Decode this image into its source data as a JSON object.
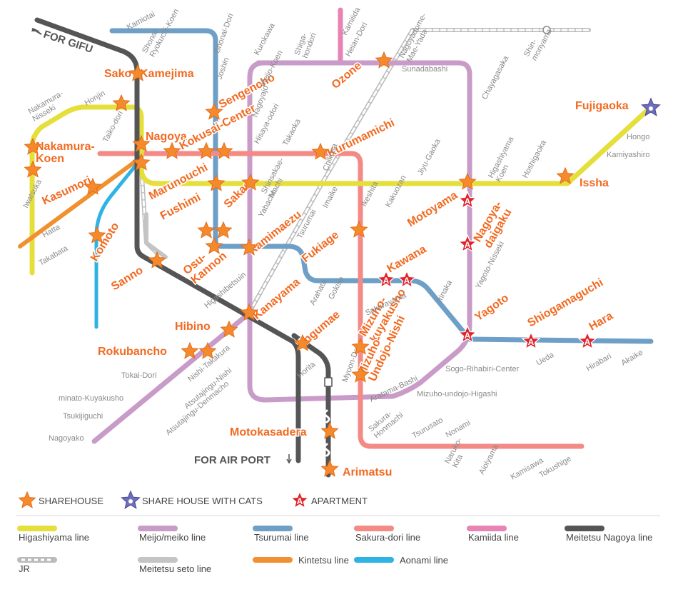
{
  "colors": {
    "higashiyama": "#e5df3c",
    "meijo": "#c99bc8",
    "tsurumai": "#6e9fc7",
    "sakura": "#f48a85",
    "kamiida": "#e883b6",
    "meitetsu": "#555555",
    "jr": "#bbbbbb",
    "seto": "#c4c4c4",
    "kintetsu": "#f0902e",
    "aonami": "#2fb3e2",
    "sharehouse": "#f58a2c",
    "cats": "#6e6fb8",
    "apartment": "#e0222a"
  },
  "directions": {
    "gifu": "FOR GIFU",
    "airport": "FOR AIR PORT"
  },
  "highlighted": [
    "Sako",
    "Kamejima",
    "Nakamura-\nKoen",
    "Kasumori",
    "Nagoya",
    "Kokusai-Center",
    "Sengencho",
    "Marunouchi",
    "Fushimi",
    "Sakae",
    "Kurumamichi",
    "Ozone",
    "Komoto",
    "Sanno",
    "Osu-\nKannon",
    "Kamimaezu",
    "Fukiage",
    "Kanayama",
    "Hibino",
    "Rokubancho",
    "Jingumae",
    "Mizuho-\nkuyakusho",
    "Mizuho-\nUndojo-Nishi",
    "Motokasadera",
    "Arimatsu",
    "Kawana",
    "Motoyama",
    "Nagoya-\ndaigaku",
    "Yagoto",
    "Shiogamaguchi",
    "Hara",
    "Fujigaoka",
    "Issha"
  ],
  "stations": [
    "Kamiotai",
    "Shonai-\nRyokuchi-Koen",
    "Shonai-Dori",
    "Joshin",
    "Kurokawa",
    "Meijo-Koen",
    "Shiga-\nhondori",
    "Kamiiida",
    "Heian-Dori",
    "Nagoyadome-\nMae-Yada",
    "Shin-\nmoriyama",
    "Sunadabashi",
    "Chayagasaka",
    "Nakamura-\nNisseki",
    "Honjin",
    "Taiko-dori",
    "Nagoyajo",
    "Hisaya-odori",
    "Takaoka",
    "Shinsakae-\nMachi",
    "Chikusa",
    "Imaike",
    "Ikeshita",
    "Kakuozan",
    "Jiyu-Gaoka",
    "Higashiyama\nKoen",
    "Hoshigaoka",
    "Hongo",
    "Kamiyashiro",
    "Iwatsuka",
    "Hatta",
    "Takabata",
    "Yabacho",
    "Tsurumai",
    "Arahata",
    "Gokiso",
    "Irinaka",
    "Yagoto-Nisseki",
    "Higashibetsuin",
    "Nishi-Takakura",
    "Sakurayama",
    "Horita",
    "Myoon-Dori",
    "Aratama-Bashi",
    "Sogo-Rihabiri-Center",
    "Ueda",
    "Hirabari",
    "Akaike",
    "Tokai-Dori",
    "minato-Kuyakusho",
    "Tsukijiguchi",
    "Nagoyako",
    "Atsutajingu-Nishi",
    "Atsutajingu-Denmacho",
    "Mizuho-undojo-Higashi",
    "Sakura-\nHonmachi",
    "Tsurusato",
    "Nonami",
    "Naruko-\nKita",
    "Aioiyama",
    "Kamisawa",
    "Tokushige"
  ],
  "legend": {
    "markers": [
      {
        "kind": "sharehouse",
        "label": "SHAREHOUSE"
      },
      {
        "kind": "cats",
        "label": "SHARE HOUSE WITH CATS"
      },
      {
        "kind": "apartment",
        "label": "APARTMENT"
      }
    ],
    "lines": [
      {
        "color": "#e5df3c",
        "dashed": false,
        "label": "Higashiyama line"
      },
      {
        "color": "#c99bc8",
        "dashed": false,
        "label": "Meijo/meiko line"
      },
      {
        "color": "#6e9fc7",
        "dashed": false,
        "label": "Tsurumai line"
      },
      {
        "color": "#f48a85",
        "dashed": false,
        "label": "Sakura-dori line"
      },
      {
        "color": "#e883b6",
        "dashed": false,
        "label": "Kamiida line"
      },
      {
        "color": "#555555",
        "dashed": false,
        "label": "Meitetsu Nagoya line"
      },
      {
        "color": "#bbbbbb",
        "dashed": true,
        "label": "JR"
      },
      {
        "color": "#c4c4c4",
        "dashed": false,
        "label": "Meitetsu seto line"
      },
      {
        "color": "#f0902e",
        "dashed": false,
        "label": "Kintetsu line"
      },
      {
        "color": "#2fb3e2",
        "dashed": false,
        "label": "Aonami line"
      }
    ]
  }
}
